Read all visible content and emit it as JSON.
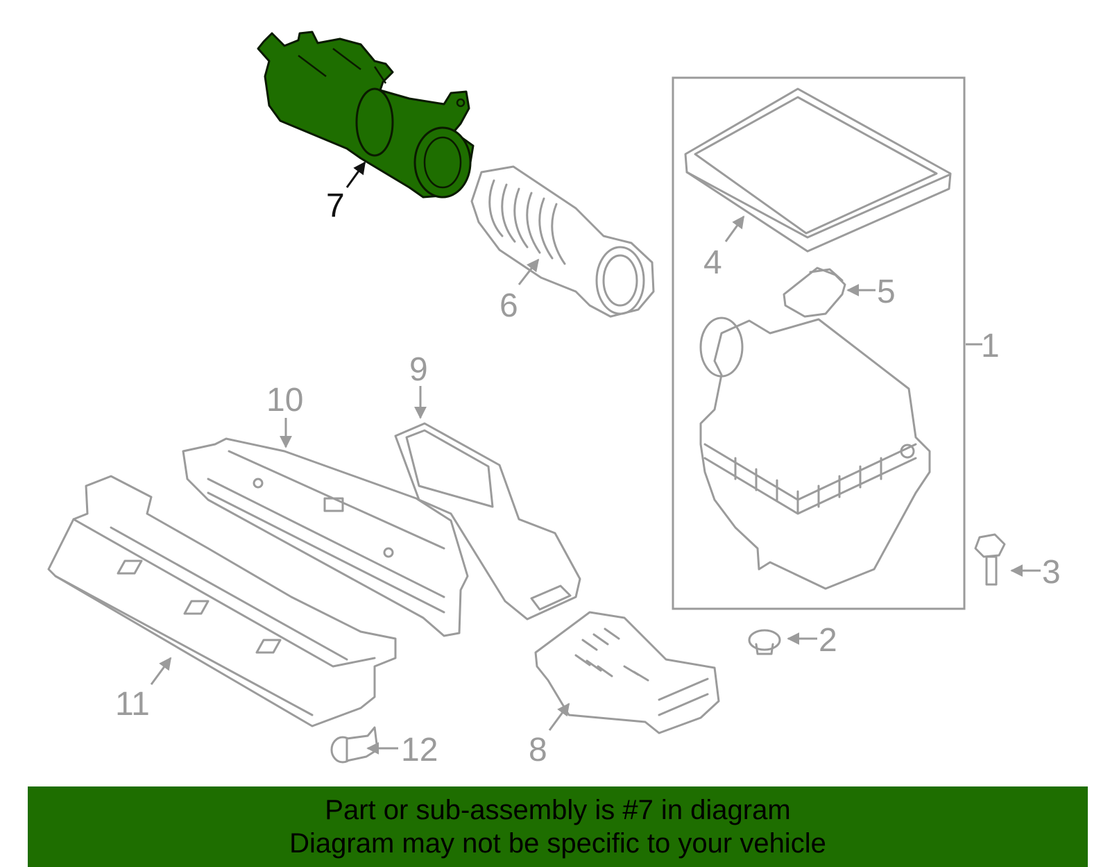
{
  "banner": {
    "line1": "Part or sub-assembly is #7 in diagram",
    "line2": "Diagram may not be specific to your vehicle"
  },
  "colors": {
    "highlight": "#1e6e00",
    "line": "#9b9b9b",
    "banner": "#1e6e00"
  },
  "callouts": [
    {
      "id": "1",
      "label": "1"
    },
    {
      "id": "2",
      "label": "2"
    },
    {
      "id": "3",
      "label": "3"
    },
    {
      "id": "4",
      "label": "4"
    },
    {
      "id": "5",
      "label": "5"
    },
    {
      "id": "6",
      "label": "6"
    },
    {
      "id": "7",
      "label": "7"
    },
    {
      "id": "8",
      "label": "8"
    },
    {
      "id": "9",
      "label": "9"
    },
    {
      "id": "10",
      "label": "10"
    },
    {
      "id": "11",
      "label": "11"
    },
    {
      "id": "12",
      "label": "12"
    }
  ]
}
